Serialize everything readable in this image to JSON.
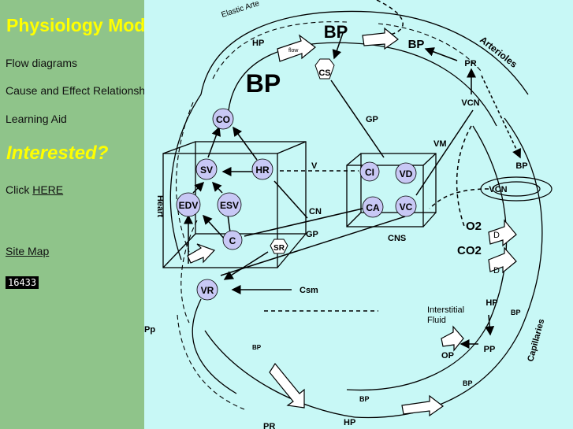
{
  "sidebar": {
    "title": "Physiology Models",
    "links": [
      "Flow diagrams",
      "Cause and Effect Relationships",
      "Learning Aid"
    ],
    "headline": "Interested?",
    "click_prefix": "Click ",
    "click_link": "HERE",
    "site_map": "Site Map",
    "counter": "16433"
  },
  "diagram": {
    "nodes": {
      "co": "CO",
      "sv": "SV",
      "hr": "HR",
      "edv": "EDV",
      "esv": "ESV",
      "c": "C",
      "sr": "SR",
      "vr": "VR",
      "cs": "CS",
      "ci": "CI",
      "vd": "VD",
      "ca": "CA",
      "vc": "VC",
      "pr": "PR",
      "vcn_top": "VCN",
      "vcn_right": "VCN",
      "hp": "HP",
      "pp": "PP",
      "op": "OP",
      "bp": "BP",
      "bp_big": "BP",
      "bp_top": "BP",
      "bp_right": "BP"
    },
    "labels": {
      "heart": "Heart",
      "cns": "CNS",
      "arterioles": "Arterioles",
      "capillaries": "Capillaries",
      "elastic": "Elastic Arte",
      "gp1": "GP",
      "gp2": "GP",
      "vm": "VM",
      "v": "V",
      "cn": "CN",
      "csm": "Csm",
      "o2": "O2",
      "co2": "CO2",
      "d1": "D",
      "d2": "D",
      "interstitial1": "Interstitial",
      "interstitial2": "Fluid",
      "pp_left": "Pp",
      "pr_bottom": "PR",
      "flow": "flow",
      "hp_top": "HP",
      "hp_bottom": "HP",
      "bp_small": "BP",
      "bp_small2": "BP",
      "bp_cap": "BP",
      "bp_cap2": "BP"
    }
  }
}
